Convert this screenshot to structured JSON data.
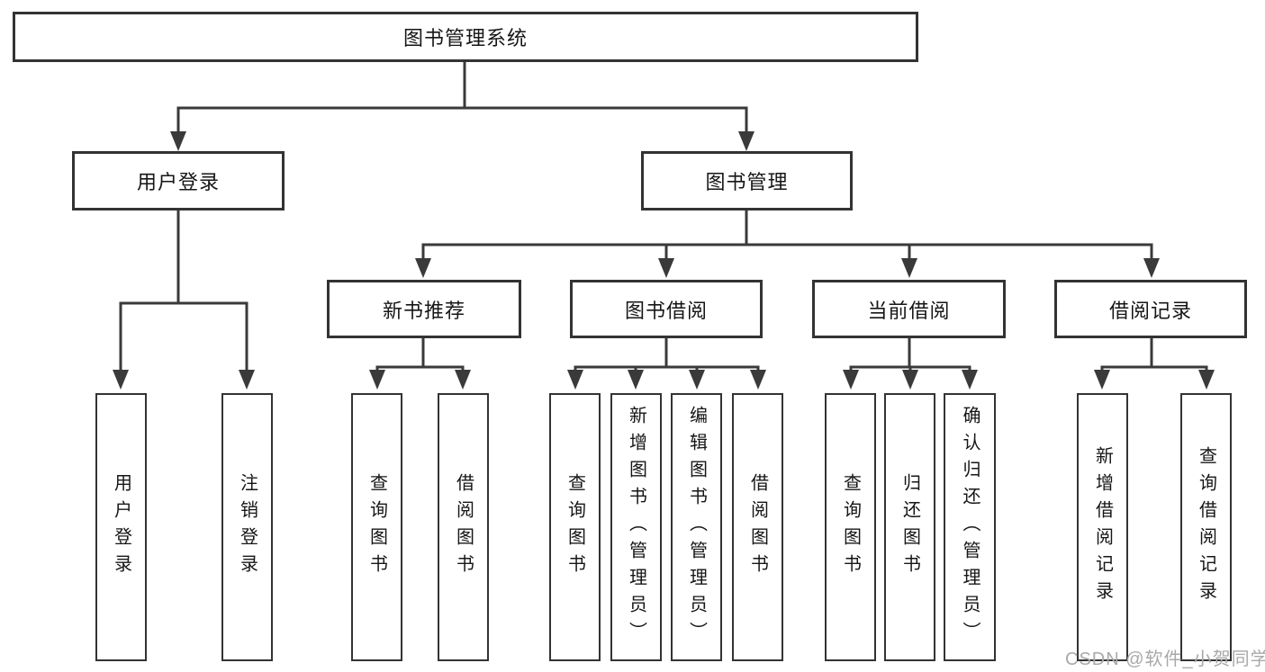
{
  "nodes": {
    "root": "图书管理系统",
    "user_login": "用户登录",
    "book_management": "图书管理",
    "new_book_recommend": "新书推荐",
    "book_borrow": "图书借阅",
    "current_borrow": "当前借阅",
    "borrow_records": "借阅记录",
    "leaf_user_login": "用户登录",
    "leaf_logout_login": "注销登录",
    "leaf_query_book_a": "查询图书",
    "leaf_borrow_book_a": "借阅图书",
    "leaf_query_book_b": "查询图书",
    "leaf_add_book_admin": "新增图书（管理员）",
    "leaf_edit_book_admin": "编辑图书（管理员）",
    "leaf_borrow_book_b": "借阅图书",
    "leaf_query_book_c": "查询图书",
    "leaf_return_book": "归还图书",
    "leaf_confirm_return_admin": "确认归还（管理员）",
    "leaf_add_borrow_record": "新增借阅记录",
    "leaf_query_borrow_record": "查询借阅记录"
  },
  "watermark": "CSDN @软件_小贺同学",
  "colors": {
    "line": "#3a3a3a",
    "box_border": "#333333",
    "text": "#161616",
    "watermark": "#a9a9a9",
    "background": "#ffffff"
  }
}
